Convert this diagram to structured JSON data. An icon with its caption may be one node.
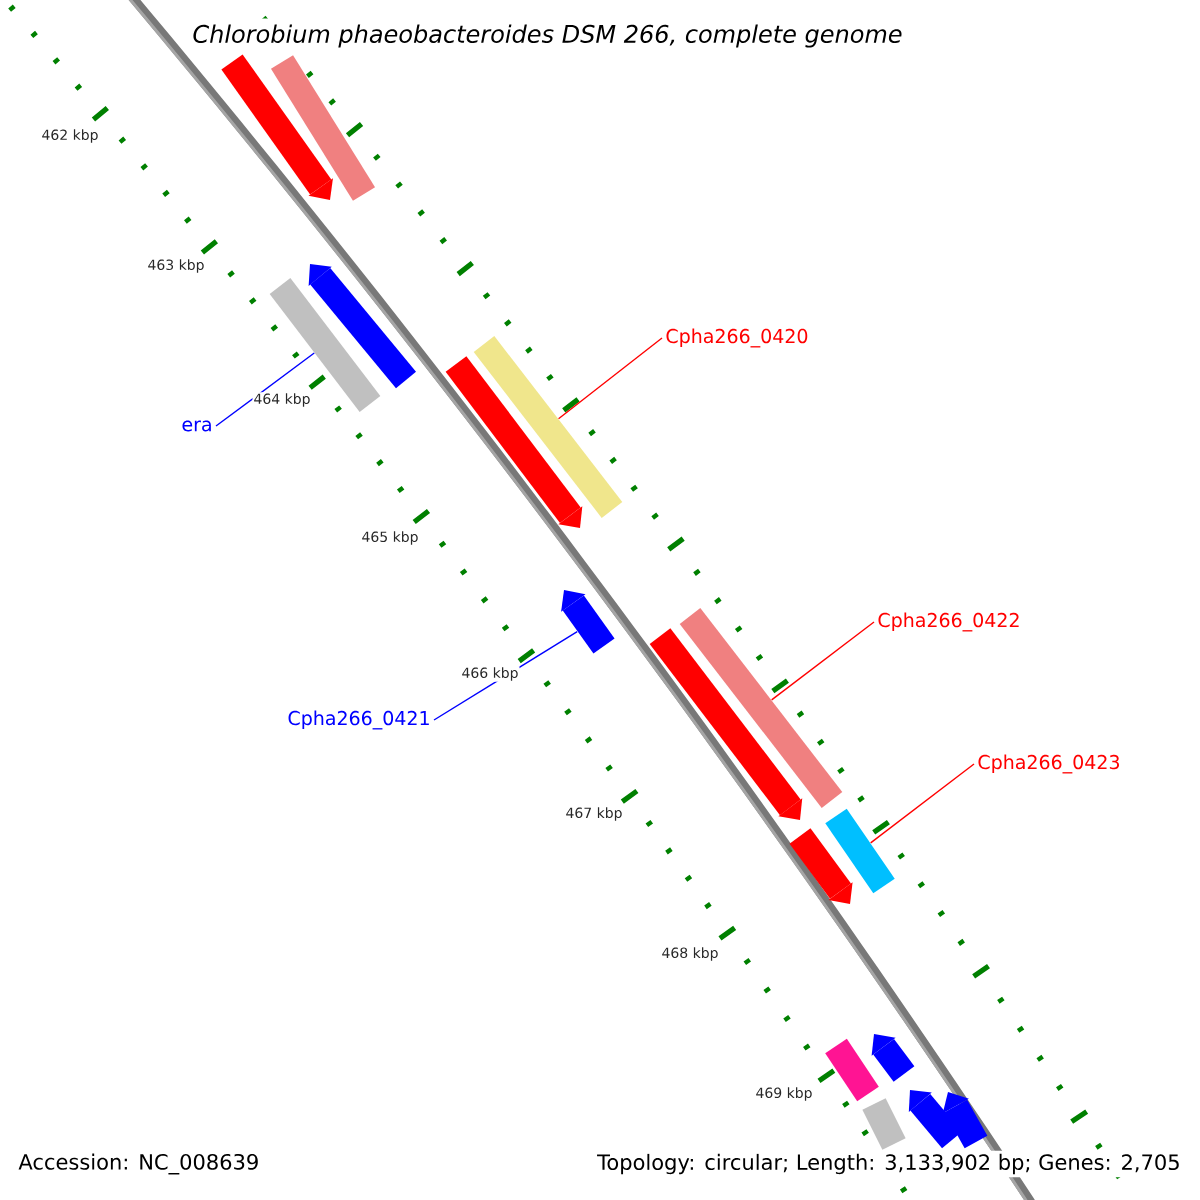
{
  "diagram": {
    "title": "Chlorobium phaeobacteroides DSM 266, complete genome",
    "nodes": [
      {
        "text": [
          "era"
        ]
      },
      {
        "text": [
          "Cpha266_0420"
        ]
      },
      {
        "text": [
          "Cpha266_0421"
        ]
      },
      {
        "text": [
          "Cpha266_0422"
        ]
      },
      {
        "text": [
          "Cpha266_0423"
        ]
      },
      {
        "text": [],
        "shape": "bar"
      },
      {
        "text": [],
        "shape": "bar"
      },
      {
        "text": [],
        "shape": "bar"
      },
      {
        "text": [],
        "shape": "bar"
      },
      {
        "text": [],
        "shape": "bar"
      },
      {
        "text": [],
        "shape": "bar"
      },
      {
        "text": [],
        "shape": "bar"
      },
      {
        "text": [],
        "shape": "bar"
      },
      {
        "text": [],
        "shape": "bar"
      },
      {
        "text": [],
        "shape": "bar"
      },
      {
        "text": [],
        "shape": "bar"
      },
      {
        "text": [],
        "shape": "bar"
      },
      {
        "text": [],
        "shape": "bar"
      },
      {
        "text": [],
        "shape": "bar"
      },
      {
        "text": [],
        "shape": "bar"
      },
      {
        "text": [],
        "shape": "bar"
      }
    ],
    "edges": [
      {
        "from": 0,
        "to": 8,
        "arrow": "none",
        "color": "#0000ff"
      },
      {
        "from": 1,
        "to": 9,
        "arrow": "none"
      },
      {
        "from": 2,
        "to": 11,
        "arrow": "none",
        "color": "#0000ff"
      },
      {
        "from": 3,
        "to": 12,
        "arrow": "none"
      },
      {
        "from": 4,
        "to": 14,
        "arrow": "none"
      }
    ],
    "labels": [
      "462 kbp",
      "463 kbp",
      "464 kbp",
      "465 kbp",
      "466 kbp",
      "467 kbp",
      "468 kbp",
      "469 kbp",
      "Accession: NC_008639",
      "Topology: circular; Length: 3,133,902 bp; Genes: 2,705"
    ]
  }
}
